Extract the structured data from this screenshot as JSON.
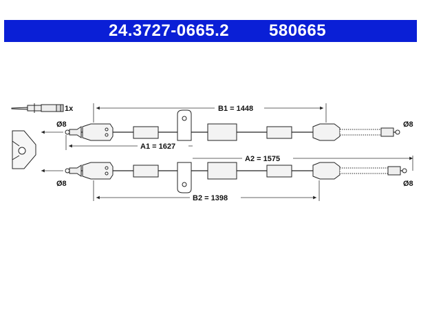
{
  "header": {
    "part_number": "24.3727-0665.2",
    "reference": "580665",
    "background": "#0a1fd6",
    "text_color": "#ffffff"
  },
  "accessory": {
    "quantity_label": "1x"
  },
  "upper_cable": {
    "b_label": "B1 = 1448",
    "a_label": "A1 = 1627",
    "left_diameter": "Ø8",
    "right_diameter": "Ø8"
  },
  "lower_cable": {
    "a_label": "A2 = 1575",
    "b_label": "B2 = 1398",
    "left_diameter": "Ø8",
    "right_diameter": "Ø8"
  }
}
